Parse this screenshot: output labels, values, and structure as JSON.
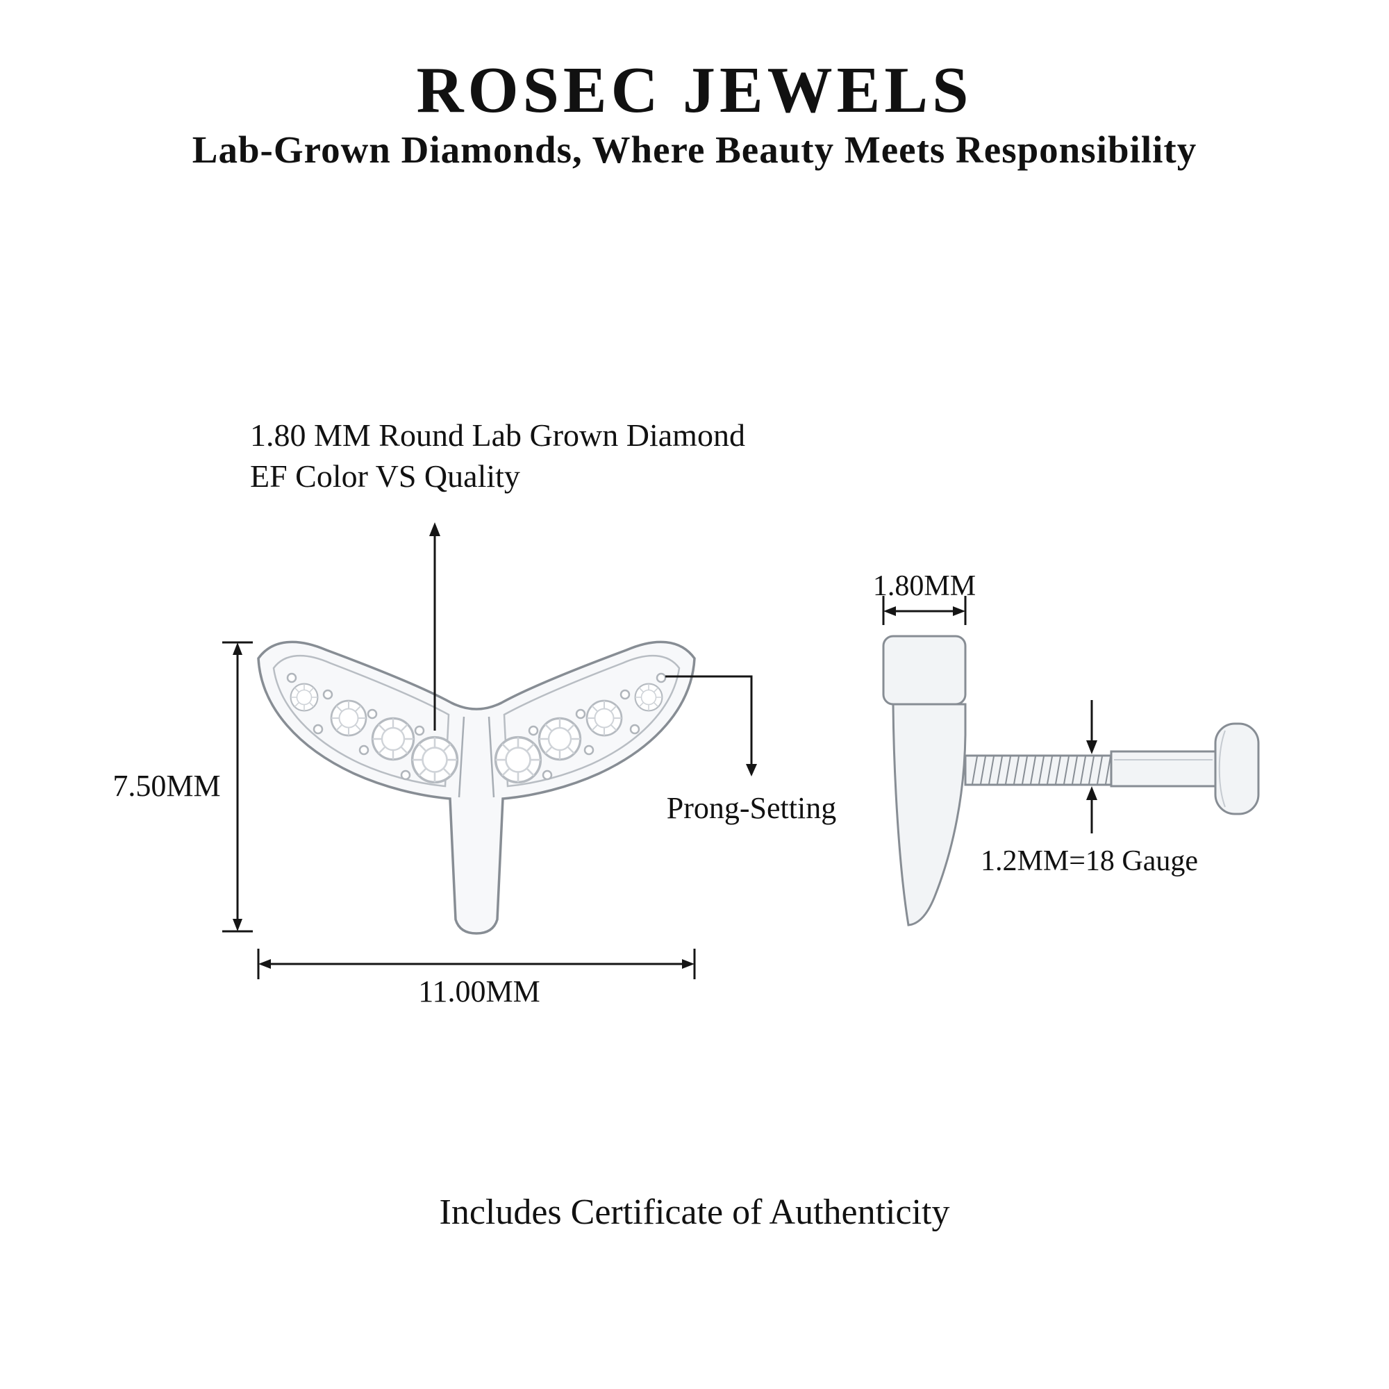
{
  "header": {
    "brand": "ROSEC JEWELS",
    "tagline": "Lab-Grown Diamonds, Where Beauty Meets Responsibility"
  },
  "front_view": {
    "diamond_annotation_line1": "1.80 MM Round Lab Grown Diamond",
    "diamond_annotation_line2": "EF Color VS Quality",
    "height_dimension": "7.50MM",
    "width_dimension": "11.00MM",
    "prong_annotation": "Prong-Setting"
  },
  "side_view": {
    "top_width_dimension": "1.80MM",
    "post_gauge_dimension": "1.2MM=18 Gauge"
  },
  "footer": {
    "certificate_note": "Includes Certificate of Authenticity"
  },
  "colors": {
    "metal_fill": "#f2f4f6",
    "metal_stroke": "#878d94",
    "dimension_ink": "#151515"
  }
}
